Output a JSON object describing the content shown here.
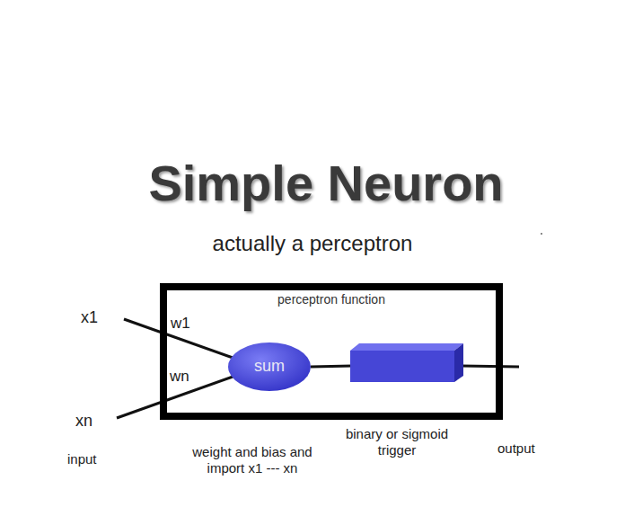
{
  "diagram": {
    "title": "Simple Neuron",
    "nodes": [
      {
        "text": [
          "perceptron function"
        ]
      },
      {
        "text": [
          "sum"
        ],
        "in": 0
      }
    ],
    "labels": [
      "actually a perceptron",
      "x1",
      "xn",
      "w1",
      "wn",
      "input",
      "weight and bias and import x1 --- xn",
      "binary or sigmoid trigger",
      "output"
    ]
  }
}
